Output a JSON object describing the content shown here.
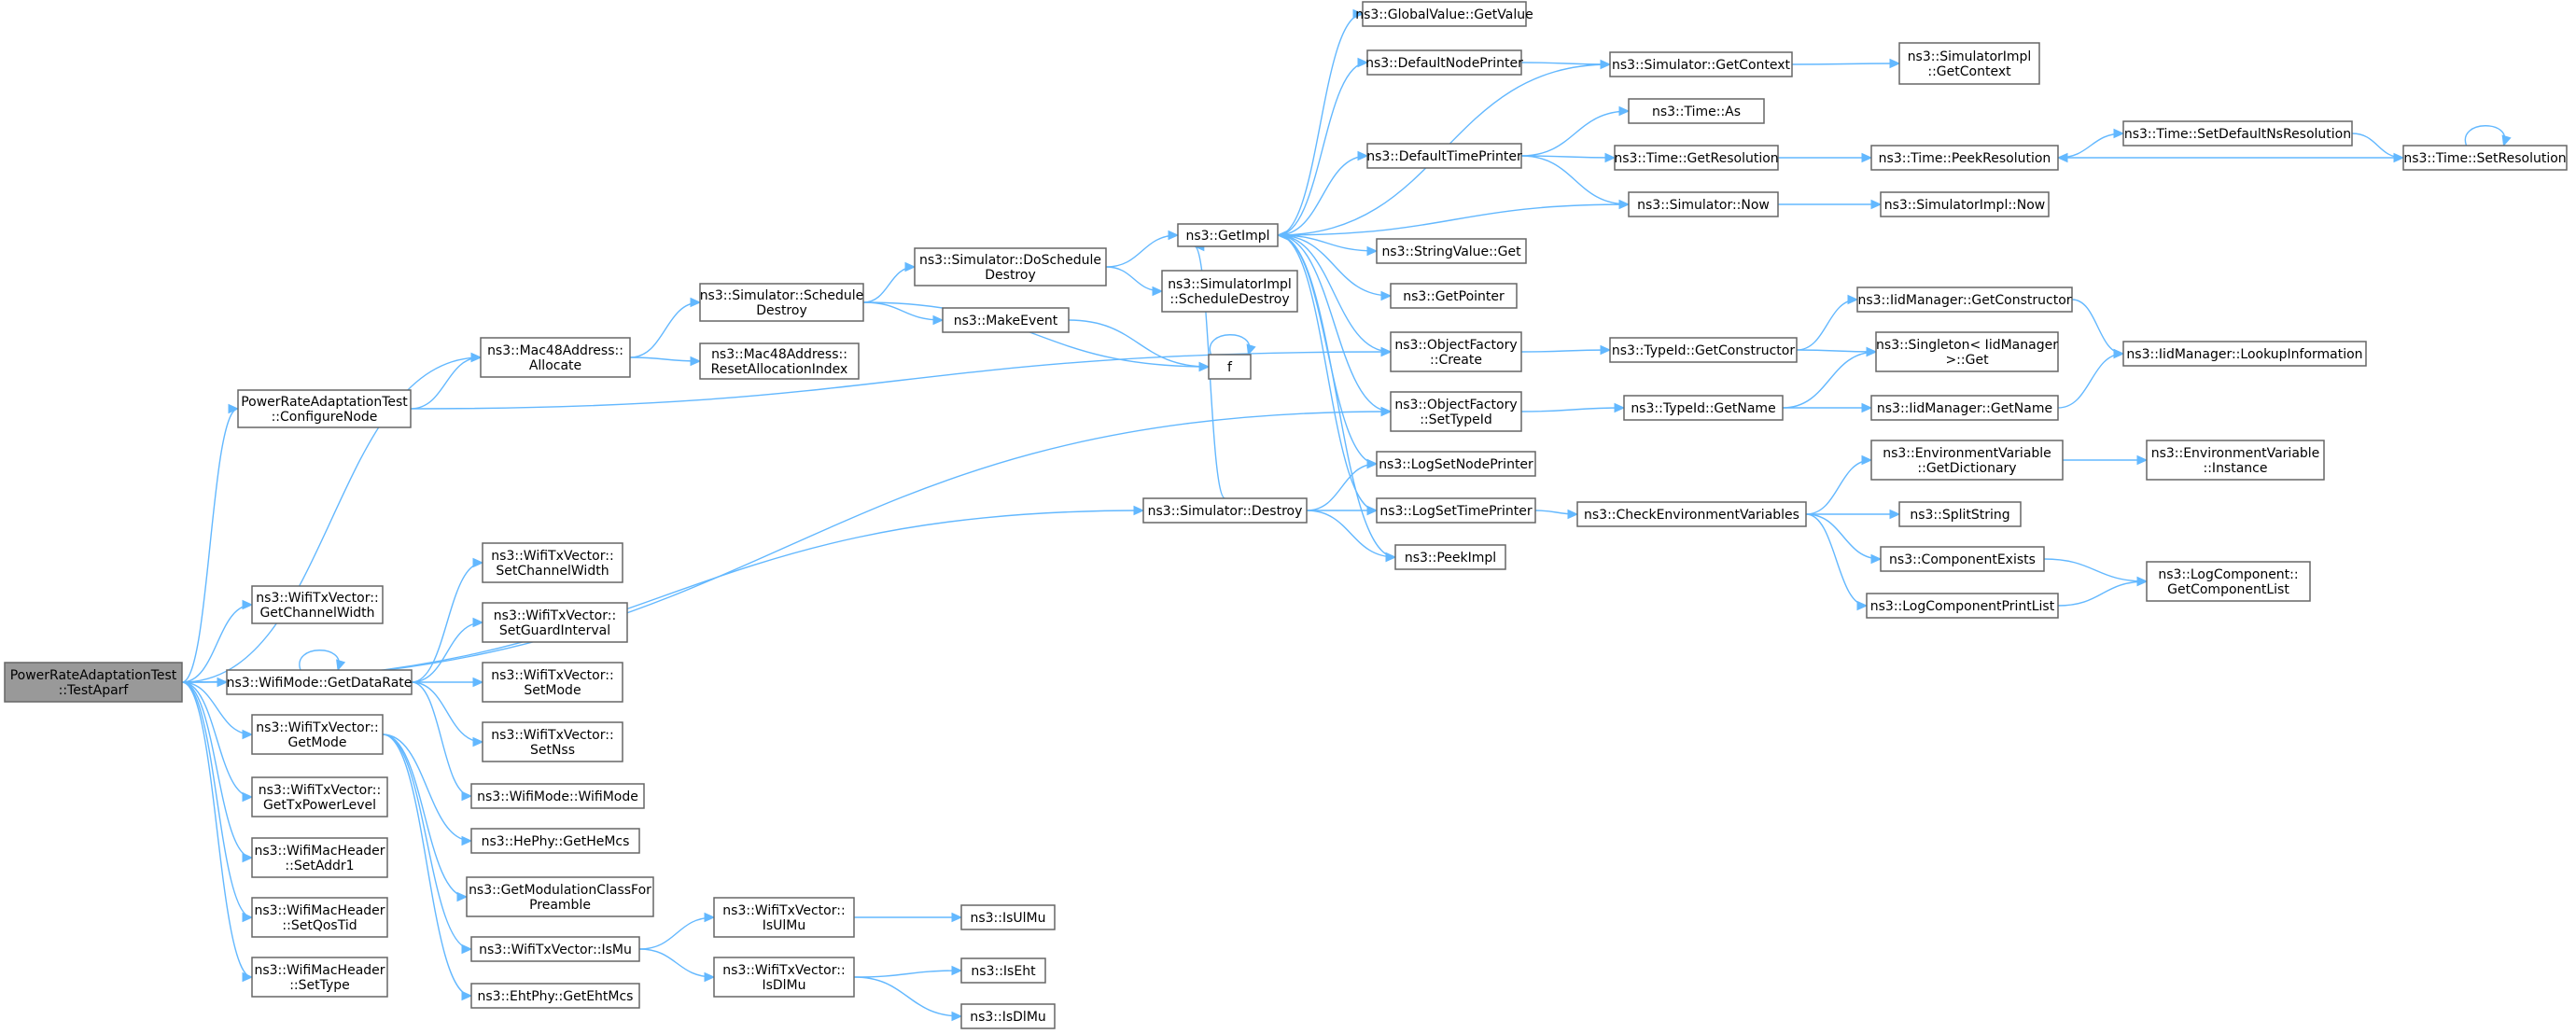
{
  "graph": {
    "nodes": [
      {
        "id": "root",
        "lines": [
          "PowerRateAdaptationTest",
          "::TestAparf"
        ],
        "root": true
      },
      {
        "id": "confnode",
        "lines": [
          "PowerRateAdaptationTest",
          "::ConfigureNode"
        ]
      },
      {
        "id": "allocate",
        "lines": [
          "ns3::Mac48Address::",
          "Allocate"
        ]
      },
      {
        "id": "resetalloc",
        "lines": [
          "ns3::Mac48Address::",
          "ResetAllocationIndex"
        ]
      },
      {
        "id": "schedDestroy",
        "lines": [
          "ns3::Simulator::Schedule",
          "Destroy"
        ]
      },
      {
        "id": "doSchedDestroy",
        "lines": [
          "ns3::Simulator::DoSchedule",
          "Destroy"
        ]
      },
      {
        "id": "makeEvent",
        "lines": [
          "ns3::MakeEvent"
        ]
      },
      {
        "id": "simImplSchedDestroy",
        "lines": [
          "ns3::SimulatorImpl",
          "::ScheduleDestroy"
        ]
      },
      {
        "id": "f",
        "lines": [
          "f"
        ]
      },
      {
        "id": "getImpl",
        "lines": [
          "ns3::GetImpl"
        ]
      },
      {
        "id": "gvGetValue",
        "lines": [
          "ns3::GlobalValue::GetValue"
        ]
      },
      {
        "id": "defNodePrinter",
        "lines": [
          "ns3::DefaultNodePrinter"
        ]
      },
      {
        "id": "defTimePrinter",
        "lines": [
          "ns3::DefaultTimePrinter"
        ]
      },
      {
        "id": "stringValueGet",
        "lines": [
          "ns3::StringValue::Get"
        ]
      },
      {
        "id": "getPointer",
        "lines": [
          "ns3::GetPointer"
        ]
      },
      {
        "id": "ofCreate",
        "lines": [
          "ns3::ObjectFactory",
          "::Create"
        ]
      },
      {
        "id": "ofSetTypeId",
        "lines": [
          "ns3::ObjectFactory",
          "::SetTypeId"
        ]
      },
      {
        "id": "logSetNodePrinter",
        "lines": [
          "ns3::LogSetNodePrinter"
        ]
      },
      {
        "id": "logSetTimePrinter",
        "lines": [
          "ns3::LogSetTimePrinter"
        ]
      },
      {
        "id": "peekImpl",
        "lines": [
          "ns3::PeekImpl"
        ]
      },
      {
        "id": "simGetContext",
        "lines": [
          "ns3::Simulator::GetContext"
        ]
      },
      {
        "id": "simImplGetContext",
        "lines": [
          "ns3::SimulatorImpl",
          "::GetContext"
        ]
      },
      {
        "id": "timeAs",
        "lines": [
          "ns3::Time::As"
        ]
      },
      {
        "id": "timeGetRes",
        "lines": [
          "ns3::Time::GetResolution"
        ]
      },
      {
        "id": "simNow",
        "lines": [
          "ns3::Simulator::Now"
        ]
      },
      {
        "id": "simImplNow",
        "lines": [
          "ns3::SimulatorImpl::Now"
        ]
      },
      {
        "id": "timePeekRes",
        "lines": [
          "ns3::Time::PeekResolution"
        ]
      },
      {
        "id": "timeSetDefNs",
        "lines": [
          "ns3::Time::SetDefaultNsResolution"
        ]
      },
      {
        "id": "timeSetRes",
        "lines": [
          "ns3::Time::SetResolution"
        ]
      },
      {
        "id": "iidGetConstructor",
        "lines": [
          "ns3::IidManager::GetConstructor"
        ]
      },
      {
        "id": "typeIdGetConstructor",
        "lines": [
          "ns3::TypeId::GetConstructor"
        ]
      },
      {
        "id": "singletonGet",
        "lines": [
          "ns3::Singleton< IidManager",
          ">::Get"
        ]
      },
      {
        "id": "iidLookup",
        "lines": [
          "ns3::IidManager::LookupInformation"
        ]
      },
      {
        "id": "typeIdGetName",
        "lines": [
          "ns3::TypeId::GetName"
        ]
      },
      {
        "id": "iidGetName",
        "lines": [
          "ns3::IidManager::GetName"
        ]
      },
      {
        "id": "simDestroy",
        "lines": [
          "ns3::Simulator::Destroy"
        ]
      },
      {
        "id": "checkEnvVars",
        "lines": [
          "ns3::CheckEnvironmentVariables"
        ]
      },
      {
        "id": "envGetDict",
        "lines": [
          "ns3::EnvironmentVariable",
          "::GetDictionary"
        ]
      },
      {
        "id": "envInstance",
        "lines": [
          "ns3::EnvironmentVariable",
          "::Instance"
        ]
      },
      {
        "id": "splitString",
        "lines": [
          "ns3::SplitString"
        ]
      },
      {
        "id": "compExists",
        "lines": [
          "ns3::ComponentExists"
        ]
      },
      {
        "id": "logCompPrintList",
        "lines": [
          "ns3::LogComponentPrintList"
        ]
      },
      {
        "id": "logCompGetList",
        "lines": [
          "ns3::LogComponent::",
          "GetComponentList"
        ]
      },
      {
        "id": "txGetChanWidth",
        "lines": [
          "ns3::WifiTxVector::",
          "GetChannelWidth"
        ]
      },
      {
        "id": "wmGetDataRate",
        "lines": [
          "ns3::WifiMode::GetDataRate"
        ]
      },
      {
        "id": "txSetChanWidth",
        "lines": [
          "ns3::WifiTxVector::",
          "SetChannelWidth"
        ]
      },
      {
        "id": "txSetGuard",
        "lines": [
          "ns3::WifiTxVector::",
          "SetGuardInterval"
        ]
      },
      {
        "id": "txSetMode",
        "lines": [
          "ns3::WifiTxVector::",
          "SetMode"
        ]
      },
      {
        "id": "txSetNss",
        "lines": [
          "ns3::WifiTxVector::",
          "SetNss"
        ]
      },
      {
        "id": "txGetMode",
        "lines": [
          "ns3::WifiTxVector::",
          "GetMode"
        ]
      },
      {
        "id": "wmWifiMode",
        "lines": [
          "ns3::WifiMode::WifiMode"
        ]
      },
      {
        "id": "hePhyGetHeMcs",
        "lines": [
          "ns3::HePhy::GetHeMcs"
        ]
      },
      {
        "id": "getModClass",
        "lines": [
          "ns3::GetModulationClassFor",
          "Preamble"
        ]
      },
      {
        "id": "txIsMu",
        "lines": [
          "ns3::WifiTxVector::IsMu"
        ]
      },
      {
        "id": "ehtGetMcs",
        "lines": [
          "ns3::EhtPhy::GetEhtMcs"
        ]
      },
      {
        "id": "txIsUlMu",
        "lines": [
          "ns3::WifiTxVector::",
          "IsUlMu"
        ]
      },
      {
        "id": "isUlMu",
        "lines": [
          "ns3::IsUlMu"
        ]
      },
      {
        "id": "txIsDlMu",
        "lines": [
          "ns3::WifiTxVector::",
          "IsDlMu"
        ]
      },
      {
        "id": "isEht",
        "lines": [
          "ns3::IsEht"
        ]
      },
      {
        "id": "isDlMu",
        "lines": [
          "ns3::IsDlMu"
        ]
      },
      {
        "id": "txGetTxPower",
        "lines": [
          "ns3::WifiTxVector::",
          "GetTxPowerLevel"
        ]
      },
      {
        "id": "macSetAddr1",
        "lines": [
          "ns3::WifiMacHeader",
          "::SetAddr1"
        ]
      },
      {
        "id": "macSetQosTid",
        "lines": [
          "ns3::WifiMacHeader",
          "::SetQosTid"
        ]
      },
      {
        "id": "macSetType",
        "lines": [
          "ns3::WifiMacHeader",
          "::SetType"
        ]
      }
    ],
    "edges": [
      [
        "root",
        "confnode"
      ],
      [
        "root",
        "allocate"
      ],
      [
        "root",
        "ofSetTypeId"
      ],
      [
        "root",
        "simDestroy"
      ],
      [
        "root",
        "txGetChanWidth"
      ],
      [
        "root",
        "wmGetDataRate"
      ],
      [
        "root",
        "txGetMode"
      ],
      [
        "root",
        "txGetTxPower"
      ],
      [
        "root",
        "macSetAddr1"
      ],
      [
        "root",
        "macSetQosTid"
      ],
      [
        "root",
        "macSetType"
      ],
      [
        "confnode",
        "allocate"
      ],
      [
        "confnode",
        "ofCreate"
      ],
      [
        "allocate",
        "schedDestroy"
      ],
      [
        "allocate",
        "resetalloc"
      ],
      [
        "schedDestroy",
        "doSchedDestroy"
      ],
      [
        "schedDestroy",
        "makeEvent"
      ],
      [
        "schedDestroy",
        "f"
      ],
      [
        "doSchedDestroy",
        "getImpl"
      ],
      [
        "doSchedDestroy",
        "simImplSchedDestroy"
      ],
      [
        "makeEvent",
        "f"
      ],
      [
        "f",
        "f"
      ],
      [
        "getImpl",
        "gvGetValue"
      ],
      [
        "getImpl",
        "defNodePrinter"
      ],
      [
        "getImpl",
        "defTimePrinter"
      ],
      [
        "getImpl",
        "stringValueGet"
      ],
      [
        "getImpl",
        "getPointer"
      ],
      [
        "getImpl",
        "ofCreate"
      ],
      [
        "getImpl",
        "ofSetTypeId"
      ],
      [
        "getImpl",
        "logSetNodePrinter"
      ],
      [
        "getImpl",
        "logSetTimePrinter"
      ],
      [
        "getImpl",
        "peekImpl"
      ],
      [
        "defNodePrinter",
        "simGetContext"
      ],
      [
        "simGetContext",
        "getImpl"
      ],
      [
        "simGetContext",
        "simImplGetContext"
      ],
      [
        "defTimePrinter",
        "timeAs"
      ],
      [
        "defTimePrinter",
        "timeGetRes"
      ],
      [
        "defTimePrinter",
        "simNow"
      ],
      [
        "simNow",
        "getImpl"
      ],
      [
        "simNow",
        "simImplNow"
      ],
      [
        "timeGetRes",
        "timePeekRes"
      ],
      [
        "timePeekRes",
        "timeSetDefNs"
      ],
      [
        "timeSetDefNs",
        "timeSetRes"
      ],
      [
        "timeSetRes",
        "timePeekRes"
      ],
      [
        "timeSetRes",
        "timeSetRes"
      ],
      [
        "ofCreate",
        "typeIdGetConstructor"
      ],
      [
        "typeIdGetConstructor",
        "iidGetConstructor"
      ],
      [
        "typeIdGetConstructor",
        "singletonGet"
      ],
      [
        "iidGetConstructor",
        "iidLookup"
      ],
      [
        "ofSetTypeId",
        "typeIdGetName"
      ],
      [
        "typeIdGetName",
        "singletonGet"
      ],
      [
        "typeIdGetName",
        "iidGetName"
      ],
      [
        "iidGetName",
        "iidLookup"
      ],
      [
        "simDestroy",
        "getImpl"
      ],
      [
        "simDestroy",
        "logSetNodePrinter"
      ],
      [
        "simDestroy",
        "logSetTimePrinter"
      ],
      [
        "simDestroy",
        "peekImpl"
      ],
      [
        "logSetTimePrinter",
        "checkEnvVars"
      ],
      [
        "checkEnvVars",
        "envGetDict"
      ],
      [
        "checkEnvVars",
        "splitString"
      ],
      [
        "checkEnvVars",
        "compExists"
      ],
      [
        "checkEnvVars",
        "logCompPrintList"
      ],
      [
        "envGetDict",
        "envInstance"
      ],
      [
        "compExists",
        "logCompGetList"
      ],
      [
        "logCompPrintList",
        "logCompGetList"
      ],
      [
        "wmGetDataRate",
        "wmGetDataRate"
      ],
      [
        "wmGetDataRate",
        "txSetChanWidth"
      ],
      [
        "wmGetDataRate",
        "txSetGuard"
      ],
      [
        "wmGetDataRate",
        "txSetMode"
      ],
      [
        "wmGetDataRate",
        "txSetNss"
      ],
      [
        "wmGetDataRate",
        "wmWifiMode"
      ],
      [
        "txGetMode",
        "hePhyGetHeMcs"
      ],
      [
        "txGetMode",
        "getModClass"
      ],
      [
        "txGetMode",
        "txIsMu"
      ],
      [
        "txGetMode",
        "ehtGetMcs"
      ],
      [
        "txIsMu",
        "txIsUlMu"
      ],
      [
        "txIsMu",
        "txIsDlMu"
      ],
      [
        "txIsUlMu",
        "isUlMu"
      ],
      [
        "txIsDlMu",
        "isEht"
      ],
      [
        "txIsDlMu",
        "isDlMu"
      ]
    ]
  }
}
